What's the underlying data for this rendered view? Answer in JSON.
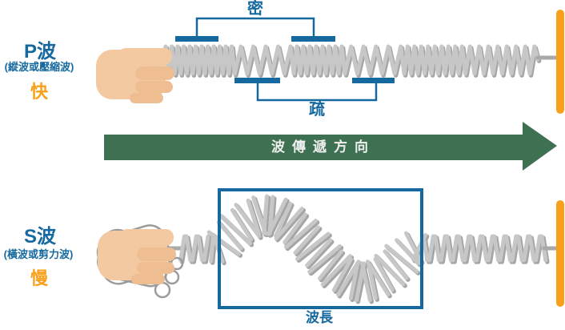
{
  "p_wave": {
    "title": "P波",
    "subtitle": "(縱波或壓縮波)",
    "speed_label": "快"
  },
  "s_wave": {
    "title": "S波",
    "subtitle": "(橫波或剪力波)",
    "speed_label": "慢"
  },
  "arrow": {
    "label": "波傳遞方向"
  },
  "annotations": {
    "dense": "密",
    "sparse": "疏",
    "wavelength": "波長"
  },
  "colors": {
    "blue": "#16699E",
    "orange": "#F9A01B",
    "green": "#3D7152",
    "spring_light": "#C7C7C7",
    "spring_dark": "#A5A5A5",
    "rod": "#A9A9A9",
    "skin": "#F3C9A2",
    "skin_dark": "#EFBD92",
    "ghost": "#9B9B9B",
    "background": "#FFFFFF"
  }
}
